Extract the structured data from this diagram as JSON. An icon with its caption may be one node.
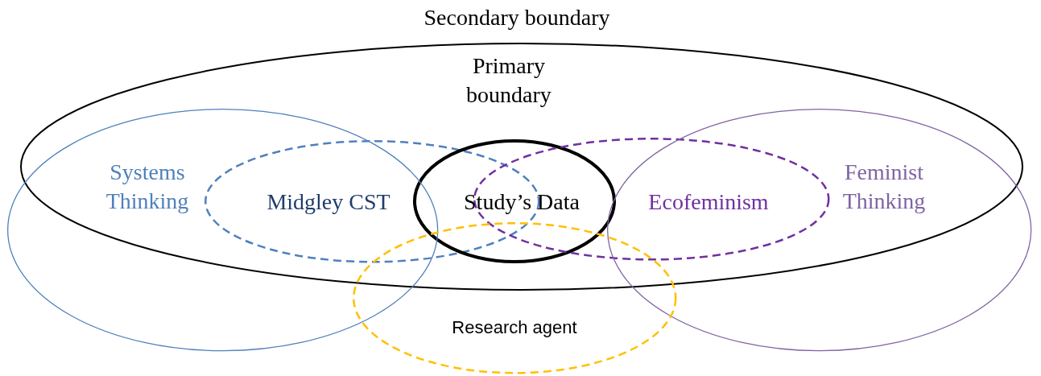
{
  "diagram": {
    "nodes": [
      {
        "text": [
          "Primary boundary"
        ]
      },
      {
        "text": [
          "Systems Thinking"
        ]
      },
      {
        "text": [
          "Midgley CST"
        ],
        "in": 0
      },
      {
        "text": [
          "Study’s Data"
        ],
        "in": 0
      },
      {
        "text": [
          "Ecofeminism"
        ],
        "in": 0
      },
      {
        "text": [
          "Feminist Thinking"
        ]
      },
      {
        "text": [
          "Research agent"
        ]
      }
    ],
    "edges": [],
    "labels": [
      "Secondary boundary"
    ]
  }
}
